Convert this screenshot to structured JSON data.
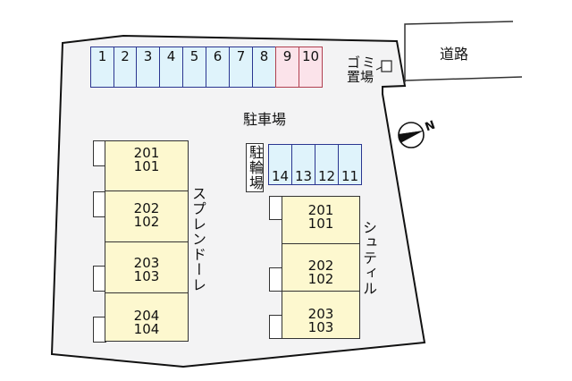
{
  "road": {
    "label": "道路"
  },
  "lot": {
    "label": "駐車場"
  },
  "garbage": {
    "line1": "ゴミ",
    "line2": "置場"
  },
  "parking": {
    "slots": [
      {
        "num": "1",
        "color": "blue"
      },
      {
        "num": "2",
        "color": "blue"
      },
      {
        "num": "3",
        "color": "blue"
      },
      {
        "num": "4",
        "color": "blue"
      },
      {
        "num": "5",
        "color": "blue"
      },
      {
        "num": "6",
        "color": "blue"
      },
      {
        "num": "7",
        "color": "blue"
      },
      {
        "num": "8",
        "color": "blue"
      },
      {
        "num": "9",
        "color": "pink"
      },
      {
        "num": "10",
        "color": "pink"
      }
    ]
  },
  "bike_parking": {
    "label": "駐輪場",
    "slots": [
      "14",
      "13",
      "12",
      "11"
    ]
  },
  "building_left": {
    "name": "スプレンドーレ",
    "units": [
      {
        "upper": "201",
        "lower": "101"
      },
      {
        "upper": "202",
        "lower": "102"
      },
      {
        "upper": "203",
        "lower": "103"
      },
      {
        "upper": "204",
        "lower": "104"
      }
    ]
  },
  "building_right": {
    "name": "シュティル",
    "units": [
      {
        "upper": "201",
        "lower": "101"
      },
      {
        "upper": "202",
        "lower": "102"
      },
      {
        "upper": "203",
        "lower": "103"
      }
    ]
  },
  "compass": {
    "label": "N"
  },
  "colors": {
    "lot_fill": "#f3f3f4",
    "parking_blue": "#dff3fb",
    "parking_pink": "#fbe3ea",
    "building_fill": "#fdf8cf",
    "slot_border": "#2a3590"
  }
}
